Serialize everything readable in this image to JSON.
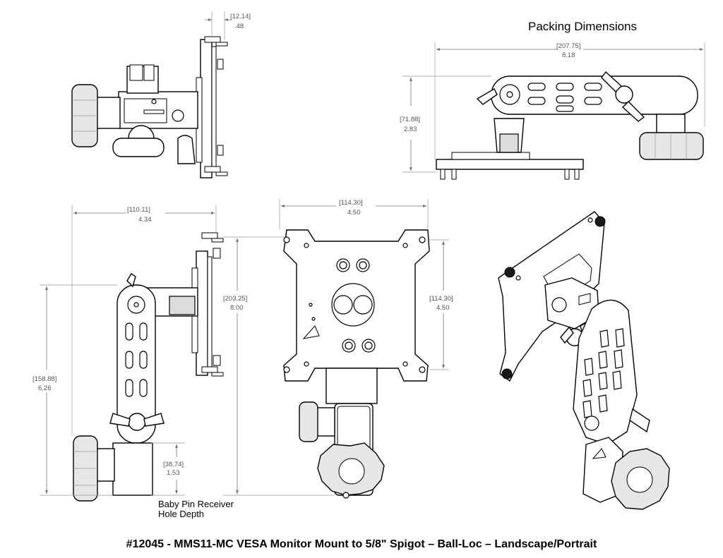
{
  "title": "#12045 - MMS11-MC VESA Monitor Mount to 5/8\" Spigot – Ball-Loc – Landscape/Portrait",
  "packing_heading": "Packing Dimensions",
  "dimensions": {
    "plate_thickness": {
      "mm": "[12.14]",
      "in": ".48"
    },
    "packing_width": {
      "mm": "[207.75]",
      "in": "8.18"
    },
    "packing_height": {
      "mm": "[71.88]",
      "in": "2.83"
    },
    "side_depth": {
      "mm": "[110.11]",
      "in": "4.34"
    },
    "side_height": {
      "mm": "[158.88]",
      "in": "6.26"
    },
    "overall_height": {
      "mm": "[203.25]",
      "in": "8.00"
    },
    "vesa_width": {
      "mm": "[114.30]",
      "in": "4.50"
    },
    "vesa_height": {
      "mm": "[114.30]",
      "in": "4.50"
    },
    "receiver_depth": {
      "mm": "[38.74]",
      "in": "1.53"
    }
  },
  "notes": {
    "receiver_line1": "Baby Pin Receiver",
    "receiver_line2": "Hole Depth"
  },
  "views": [
    "top-view",
    "packing-view",
    "side-view",
    "front-view",
    "iso-view"
  ]
}
